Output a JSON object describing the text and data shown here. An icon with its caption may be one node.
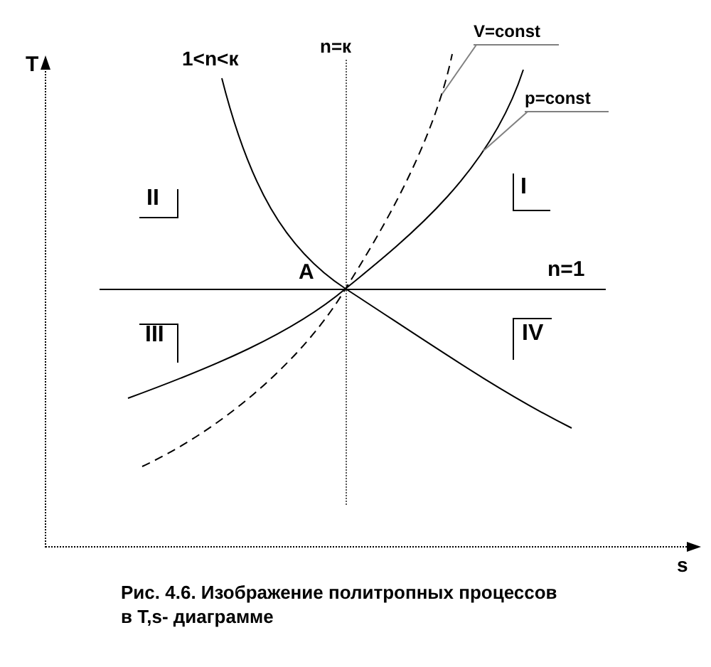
{
  "diagram": {
    "caption": "Рис. 4.6. Изображение политропных процессов в T,s- диаграмме",
    "nodes": [
      {
        "text": [
          "V=const"
        ]
      },
      {
        "text": [],
        "shape": "curve"
      },
      {
        "text": [
          "p=const"
        ]
      },
      {
        "text": [],
        "shape": "curve"
      }
    ],
    "edges": [
      {
        "from": 0,
        "to": 1,
        "arrow": "none"
      },
      {
        "from": 2,
        "to": 3,
        "arrow": "none"
      }
    ],
    "labels": [
      "1<n<к",
      "n=к",
      "T",
      "II",
      "I",
      "A",
      "n=1",
      "III",
      "IV",
      "s"
    ]
  }
}
